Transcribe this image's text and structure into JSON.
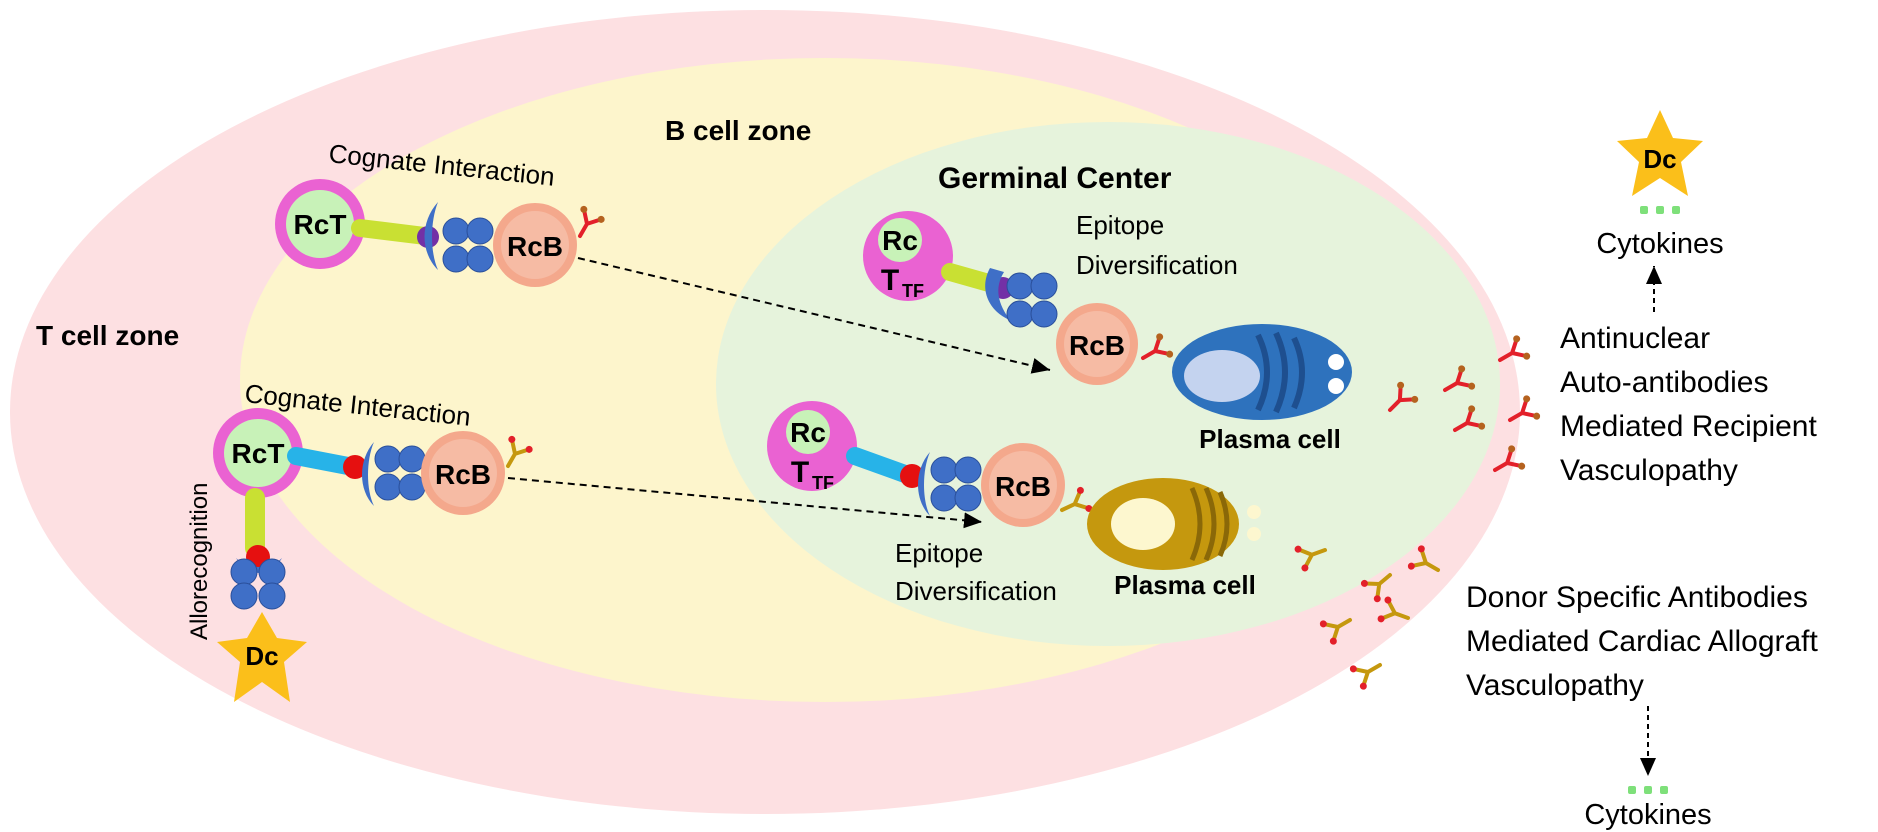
{
  "zones": {
    "t_cell_zone": "T cell zone",
    "b_cell_zone": "B cell zone",
    "germinal_center": "Germinal Center"
  },
  "cells": {
    "rct": "RcT",
    "rcb": "RcB",
    "rc": "Rc",
    "t": "T",
    "tf": "TF",
    "dc": "Dc",
    "plasma_cell": "Plasma cell"
  },
  "labels": {
    "cognate_interaction": "Cognate Interaction",
    "allorecognition": "Allorecognition",
    "epitope": "Epitope",
    "diversification": "Diversification",
    "cytokines": "Cytokines"
  },
  "outcomes": {
    "recipient": [
      "Antinuclear",
      "Auto-antibodies",
      "Mediated Recipient",
      "Vasculopathy"
    ],
    "donor": [
      "Donor Specific Antibodies",
      "Mediated Cardiac Allograft",
      "Vasculopathy"
    ]
  },
  "colors": {
    "t_zone": "#fde0e2",
    "b_zone": "#fdf5cc",
    "germinal": "#e6f3dc",
    "t_cell_ring": "#ea62d2",
    "t_cell_core": "#c8f2b8",
    "b_cell": "#f4a88c",
    "receptor": "#3f6fc7",
    "star": "#fbbf1a",
    "plasma_blue": "#2e72bd",
    "plasma_gold": "#c5980e",
    "antibody_red": "#e3202a",
    "antibody_gold": "#c5980e"
  }
}
